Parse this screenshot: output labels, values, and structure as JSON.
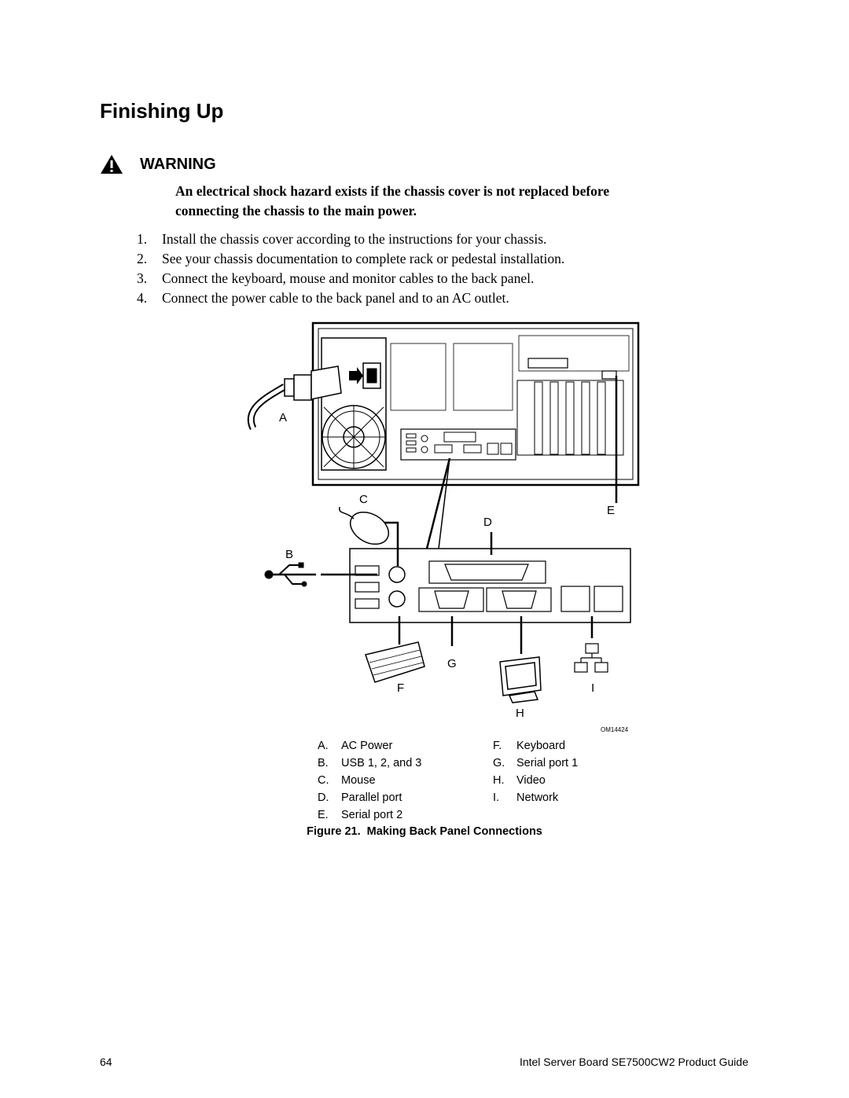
{
  "page": {
    "heading": "Finishing Up",
    "warning": {
      "title": "WARNING",
      "text": "An electrical shock hazard exists if the chassis cover is not replaced before connecting the chassis to the main power."
    },
    "steps": [
      {
        "num": "1.",
        "text": "Install the chassis cover according to the instructions for your chassis."
      },
      {
        "num": "2.",
        "text": "See your chassis documentation to complete rack or pedestal installation."
      },
      {
        "num": "3.",
        "text": "Connect the keyboard, mouse and monitor cables to the back panel."
      },
      {
        "num": "4.",
        "text": "Connect the power cable to the back panel and to an AC outlet."
      }
    ],
    "figure": {
      "callouts": {
        "A": "A",
        "B": "B",
        "C": "C",
        "D": "D",
        "E": "E",
        "F": "F",
        "G": "G",
        "H": "H",
        "I": "I"
      },
      "code": "OM14424",
      "legend_left": [
        {
          "key": "A.",
          "label": "AC Power"
        },
        {
          "key": "B.",
          "label": "USB 1, 2, and 3"
        },
        {
          "key": "C.",
          "label": "Mouse"
        },
        {
          "key": "D.",
          "label": "Parallel port"
        },
        {
          "key": "E.",
          "label": "Serial port 2"
        }
      ],
      "legend_right": [
        {
          "key": "F.",
          "label": "Keyboard"
        },
        {
          "key": "G.",
          "label": "Serial port 1"
        },
        {
          "key": "H.",
          "label": "Video"
        },
        {
          "key": "I.",
          "label": "Network"
        }
      ],
      "caption_prefix": "Figure 21.",
      "caption_title": "Making Back Panel Connections"
    },
    "footer": {
      "page_number": "64",
      "doc_title": "Intel Server Board SE7500CW2 Product Guide"
    }
  }
}
